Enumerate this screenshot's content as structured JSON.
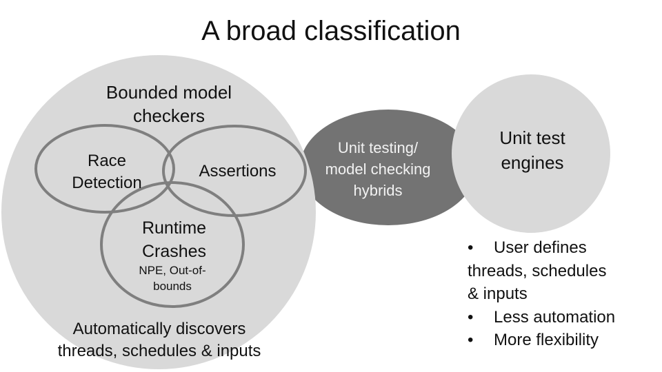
{
  "title": "A broad classification",
  "bounded": {
    "label_line1": "Bounded model",
    "label_line2": "checkers",
    "race_line1": "Race",
    "race_line2": "Detection",
    "assertions": "Assertions",
    "crashes_line1": "Runtime",
    "crashes_line2": "Crashes",
    "npe_line1": "NPE, Out-of-",
    "npe_line2": "bounds",
    "auto_line1": "Automatically discovers",
    "auto_line2": "threads, schedules & inputs"
  },
  "hybrid": {
    "line1": "Unit testing/",
    "line2": "model checking",
    "line3": "hybrids"
  },
  "unit_test": {
    "line1": "Unit test",
    "line2": "engines",
    "bullet_glyph": "•",
    "bullet1_line1": "User defines",
    "bullet1_line2": "threads, schedules",
    "bullet1_line3": "& inputs",
    "bullet2": "Less automation",
    "bullet3": "More flexibility"
  },
  "colors": {
    "bounded_fill": "#d9d9d9",
    "hybrid_fill": "#737373",
    "unit_test_fill": "#d9d9d9",
    "ring_stroke": "#7f7f7f"
  }
}
